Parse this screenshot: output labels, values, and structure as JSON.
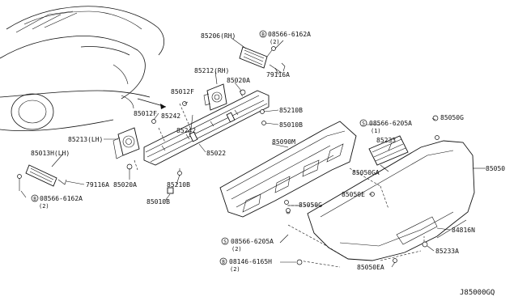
{
  "diagram": {
    "reference_code": "J85000GQ",
    "part_labels": {
      "p85206": "85206(RH)",
      "p08566_6162A_top": "08566-6162A",
      "p08566_6162A_top_qty": "(2)",
      "p79116A_top": "79116A",
      "p85212": "85212(RH)",
      "p85020A_top": "85020A",
      "p85012F_a": "85012F",
      "p85012F_b": "85012F",
      "p85242_a": "85242",
      "p85242_b": "85242",
      "p85210B_a": "85210B",
      "p85010B_a": "85010B",
      "p85213": "85213(LH)",
      "p85022": "85022",
      "p85013H": "85013H(LH)",
      "p79116A_left": "79116A",
      "p08566_6162A_left": "08566-6162A",
      "p08566_6162A_left_qty": "(2)",
      "p85020A_left": "85020A",
      "p85210B_b": "85210B",
      "p85010B_b": "85010B",
      "p85090M": "85090M",
      "p08566_6205A_top": "08566-6205A",
      "p08566_6205A_top_qty": "(1)",
      "p85050G_top": "85050G",
      "p85233": "85233",
      "p85050GA": "85050GA",
      "p85050E": "85050E",
      "p85050G_mid": "85050G",
      "p85050": "85050",
      "p84816N": "84816N",
      "p08566_6205A_bot": "08566-6205A",
      "p08566_6205A_bot_qty": "(2)",
      "p85233A": "85233A",
      "p08146_6165H": "08146-6165H",
      "p08146_6165H_qty": "(2)",
      "p85050EA": "85050EA"
    },
    "bolt_markers": {
      "B": "B",
      "S": "S"
    }
  }
}
